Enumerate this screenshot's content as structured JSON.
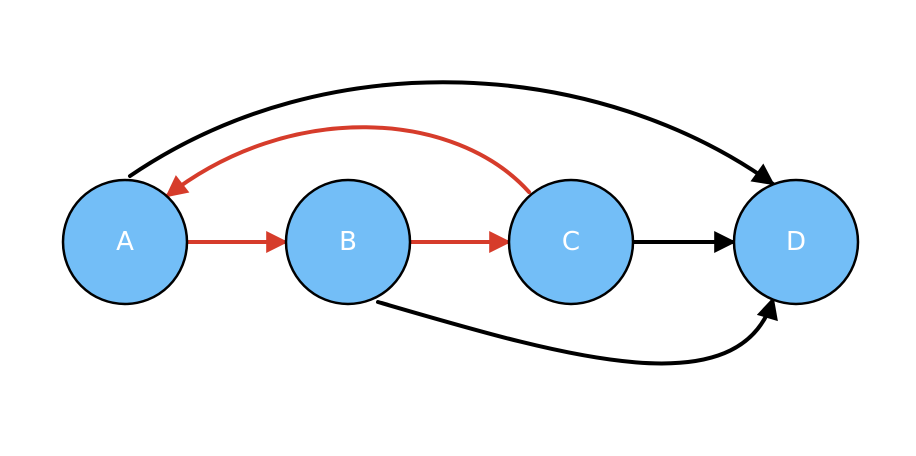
{
  "colors": {
    "node_fill": "#73bef7",
    "node_stroke": "#000000",
    "edge_default": "#000000",
    "edge_highlight": "#d63c2b",
    "label": "#ffffff"
  },
  "nodes": [
    {
      "id": "A",
      "label": "A"
    },
    {
      "id": "B",
      "label": "B"
    },
    {
      "id": "C",
      "label": "C"
    },
    {
      "id": "D",
      "label": "D"
    }
  ],
  "edges": [
    {
      "from": "A",
      "to": "B",
      "highlight": true
    },
    {
      "from": "B",
      "to": "C",
      "highlight": true
    },
    {
      "from": "C",
      "to": "A",
      "highlight": true
    },
    {
      "from": "C",
      "to": "D",
      "highlight": false
    },
    {
      "from": "A",
      "to": "D",
      "highlight": false
    },
    {
      "from": "B",
      "to": "D",
      "highlight": false
    }
  ]
}
